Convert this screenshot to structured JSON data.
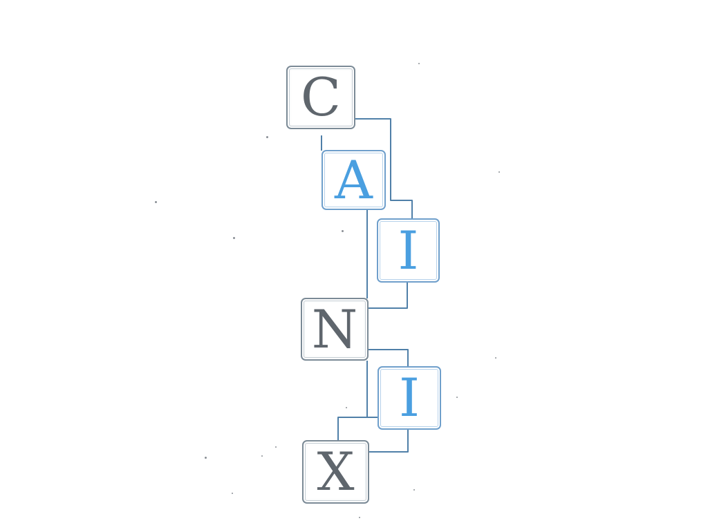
{
  "colors": {
    "gray_text": "#5f666d",
    "blue_text": "#4a9fe0",
    "gray_border": "#7b8a96",
    "blue_border": "#6f9fcb",
    "connector": "#4f7fa8"
  },
  "tiles": [
    {
      "letter": "C",
      "tone": "gray"
    },
    {
      "letter": "A",
      "tone": "blue"
    },
    {
      "letter": "I",
      "tone": "blue"
    },
    {
      "letter": "N",
      "tone": "gray"
    },
    {
      "letter": "I",
      "tone": "blue"
    },
    {
      "letter": "X",
      "tone": "gray"
    }
  ]
}
